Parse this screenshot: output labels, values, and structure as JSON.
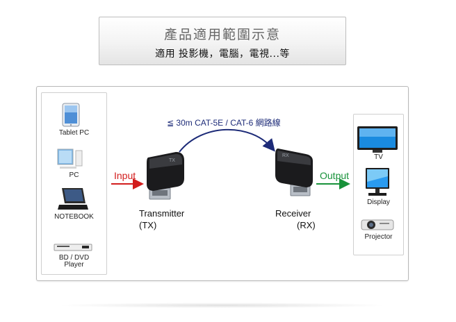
{
  "header": {
    "title": "產品適用範圍示意",
    "subtitle": "適用 投影機，電腦，電視...等"
  },
  "cable_label": "≦ 30m CAT-5E / CAT-6 網路線",
  "input_label": "Input",
  "output_label": "Output",
  "transmitter": {
    "name": "Transmitter",
    "abbr": "(TX)",
    "badge": "TX"
  },
  "receiver": {
    "name": "Receiver",
    "abbr": "(RX)",
    "badge": "RX"
  },
  "sources": [
    {
      "label": "Tablet PC",
      "icon": "tablet-icon"
    },
    {
      "label": "PC",
      "icon": "pc-icon"
    },
    {
      "label": "NOTEBOOK",
      "icon": "notebook-icon"
    },
    {
      "label": "BD / DVD",
      "label2": "Player",
      "icon": "dvd-player-icon"
    }
  ],
  "displays": [
    {
      "label": "TV",
      "icon": "tv-icon"
    },
    {
      "label": "Display",
      "icon": "monitor-icon"
    },
    {
      "label": "Projector",
      "icon": "projector-icon"
    }
  ],
  "colors": {
    "input": "#d21d1d",
    "output": "#18923a",
    "cable": "#1d2b78"
  }
}
